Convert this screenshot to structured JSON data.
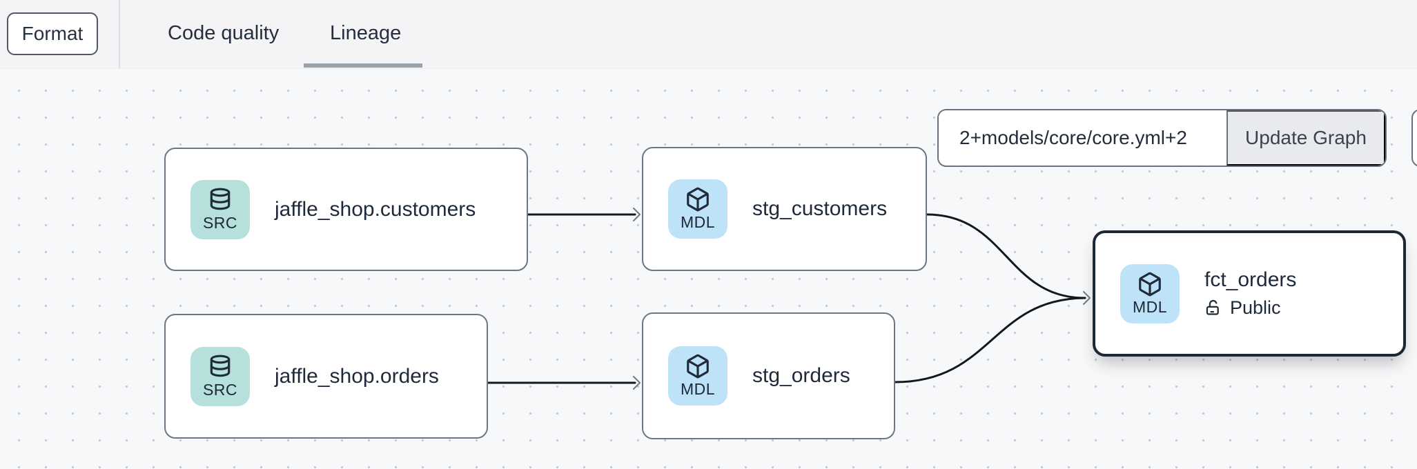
{
  "header": {
    "format_button_label": "Format",
    "tabs": [
      {
        "label": "Code quality",
        "active": false
      },
      {
        "label": "Lineage",
        "active": true
      }
    ]
  },
  "lineage_toolbar": {
    "selector_value": "2+models/core/core.yml+2",
    "update_graph_label": "Update Graph"
  },
  "graph": {
    "nodes": [
      {
        "id": "jaffle_shop.customers",
        "title": "jaffle_shop.customers",
        "badge": "SRC",
        "type": "source",
        "icon": "database-icon",
        "tile_color": "#b5e0dc",
        "selected": false
      },
      {
        "id": "stg_customers",
        "title": "stg_customers",
        "badge": "MDL",
        "type": "model",
        "icon": "package-icon",
        "tile_color": "#bee3f8",
        "selected": false
      },
      {
        "id": "jaffle_shop.orders",
        "title": "jaffle_shop.orders",
        "badge": "SRC",
        "type": "source",
        "icon": "database-icon",
        "tile_color": "#b5e0dc",
        "selected": false
      },
      {
        "id": "stg_orders",
        "title": "stg_orders",
        "badge": "MDL",
        "type": "model",
        "icon": "package-icon",
        "tile_color": "#bee3f8",
        "selected": false
      },
      {
        "id": "fct_orders",
        "title": "fct_orders",
        "badge": "MDL",
        "type": "model",
        "icon": "package-icon",
        "tile_color": "#bee3f8",
        "access": "Public",
        "access_icon": "unlock-icon",
        "selected": true
      }
    ],
    "edges": [
      {
        "from": "jaffle_shop.customers",
        "to": "stg_customers"
      },
      {
        "from": "jaffle_shop.orders",
        "to": "stg_orders"
      },
      {
        "from": "stg_customers",
        "to": "fct_orders"
      },
      {
        "from": "stg_orders",
        "to": "fct_orders"
      }
    ],
    "colors": {
      "source_tile": "#b5e0dc",
      "model_tile": "#bee3f8",
      "node_border": "#6b7684",
      "selected_node_border": "#1d2836",
      "edge": "#14181e",
      "arrowhead": "#757e89",
      "tab_underline": "#98a1ac",
      "text": "#1e2a3a"
    }
  }
}
